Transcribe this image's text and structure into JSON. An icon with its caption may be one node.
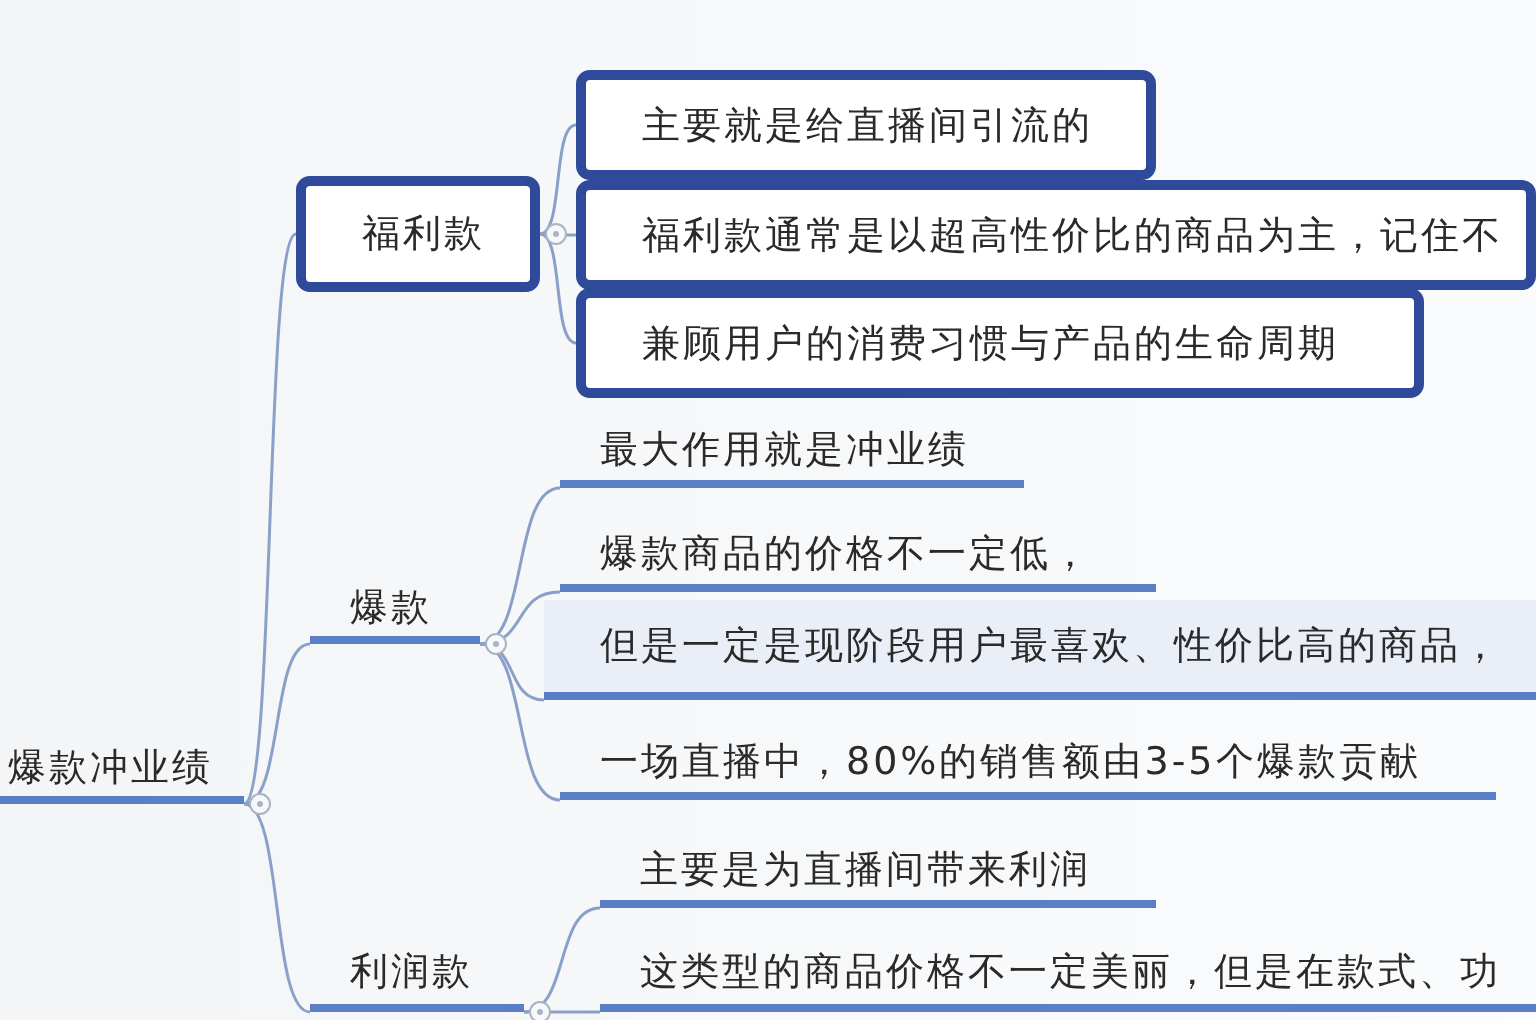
{
  "diagram": {
    "nodes": [
      {
        "text": [
          "爆款冲业绩"
        ]
      },
      {
        "text": [
          "福利款"
        ]
      },
      {
        "text": [
          "主要就是给直播间引流的"
        ]
      },
      {
        "text": [
          "福利款通常是以超高性价比的商品为主，记住不"
        ]
      },
      {
        "text": [
          "兼顾用户的消费习惯与产品的生命周期"
        ]
      },
      {
        "text": [
          "爆款"
        ]
      },
      {
        "text": [
          "最大作用就是冲业绩"
        ]
      },
      {
        "text": [
          "爆款商品的价格不一定低，"
        ]
      },
      {
        "text": [
          "但是一定是现阶段用户最喜欢、性价比高的商品，"
        ]
      },
      {
        "text": [
          "一场直播中，80%的销售额由3-5个爆款贡献"
        ]
      },
      {
        "text": [
          "利润款"
        ]
      },
      {
        "text": [
          "主要是为直播间带来利润"
        ]
      },
      {
        "text": [
          "这类型的商品价格不一定美丽，但是在款式、功"
        ]
      }
    ],
    "edges": [
      {
        "from": 0,
        "to": 1,
        "arrow": "none"
      },
      {
        "from": 0,
        "to": 5,
        "arrow": "none"
      },
      {
        "from": 0,
        "to": 10,
        "arrow": "none"
      },
      {
        "from": 1,
        "to": 2,
        "arrow": "none"
      },
      {
        "from": 1,
        "to": 3,
        "arrow": "none"
      },
      {
        "from": 1,
        "to": 4,
        "arrow": "none"
      },
      {
        "from": 5,
        "to": 6,
        "arrow": "none"
      },
      {
        "from": 5,
        "to": 7,
        "arrow": "none"
      },
      {
        "from": 5,
        "to": 8,
        "arrow": "none"
      },
      {
        "from": 5,
        "to": 9,
        "arrow": "none"
      },
      {
        "from": 10,
        "to": 11,
        "arrow": "none"
      },
      {
        "from": 10,
        "to": 12,
        "arrow": "none"
      }
    ]
  }
}
